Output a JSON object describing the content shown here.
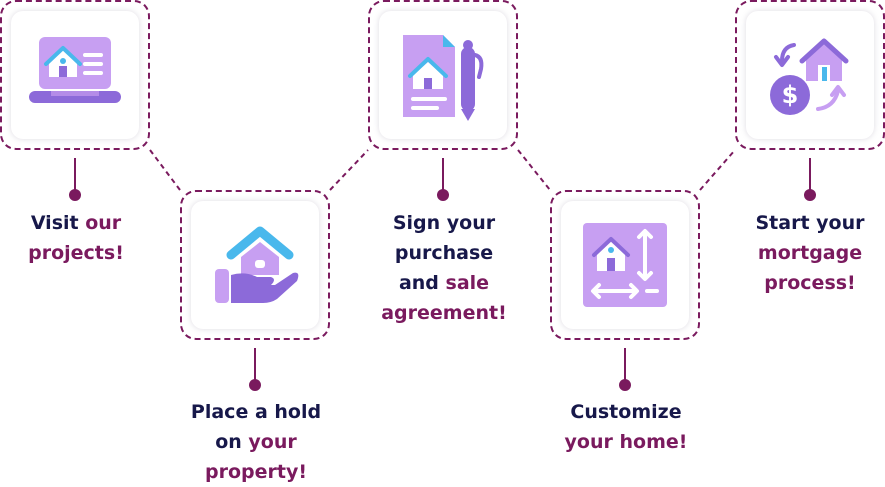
{
  "steps": [
    {
      "icon": "laptop-house-icon",
      "line1": "Visit ",
      "line1_hl": "our",
      "line2": "",
      "line2_hl": "projects!",
      "line3": "",
      "line3_hl": "",
      "line4": "",
      "line4_hl": ""
    },
    {
      "icon": "hand-house-icon",
      "line1": "Place a hold",
      "line1_hl": "",
      "line2": "on ",
      "line2_hl": "your",
      "line3": "",
      "line3_hl": "property!",
      "line4": "",
      "line4_hl": ""
    },
    {
      "icon": "document-pen-icon",
      "line1": "Sign your",
      "line1_hl": "",
      "line2": "purchase",
      "line2_hl": "",
      "line3": "and ",
      "line3_hl": "sale",
      "line4": "",
      "line4_hl": "agreement!"
    },
    {
      "icon": "blueprint-house-icon",
      "line1": "Customize",
      "line1_hl": "",
      "line2": "",
      "line2_hl": "your home!",
      "line3": "",
      "line3_hl": "",
      "line4": "",
      "line4_hl": ""
    },
    {
      "icon": "mortgage-cycle-icon",
      "line1": "Start your",
      "line1_hl": "",
      "line2": "",
      "line2_hl": "mortgage",
      "line3": "",
      "line3_hl": "process!",
      "line4": "",
      "line4_hl": ""
    }
  ],
  "colors": {
    "accent": "#7a1a5e",
    "text": "#17184a",
    "icon_purple": "#c79ff2",
    "icon_dark": "#8c6ad9",
    "icon_blue": "#49b8ec"
  }
}
